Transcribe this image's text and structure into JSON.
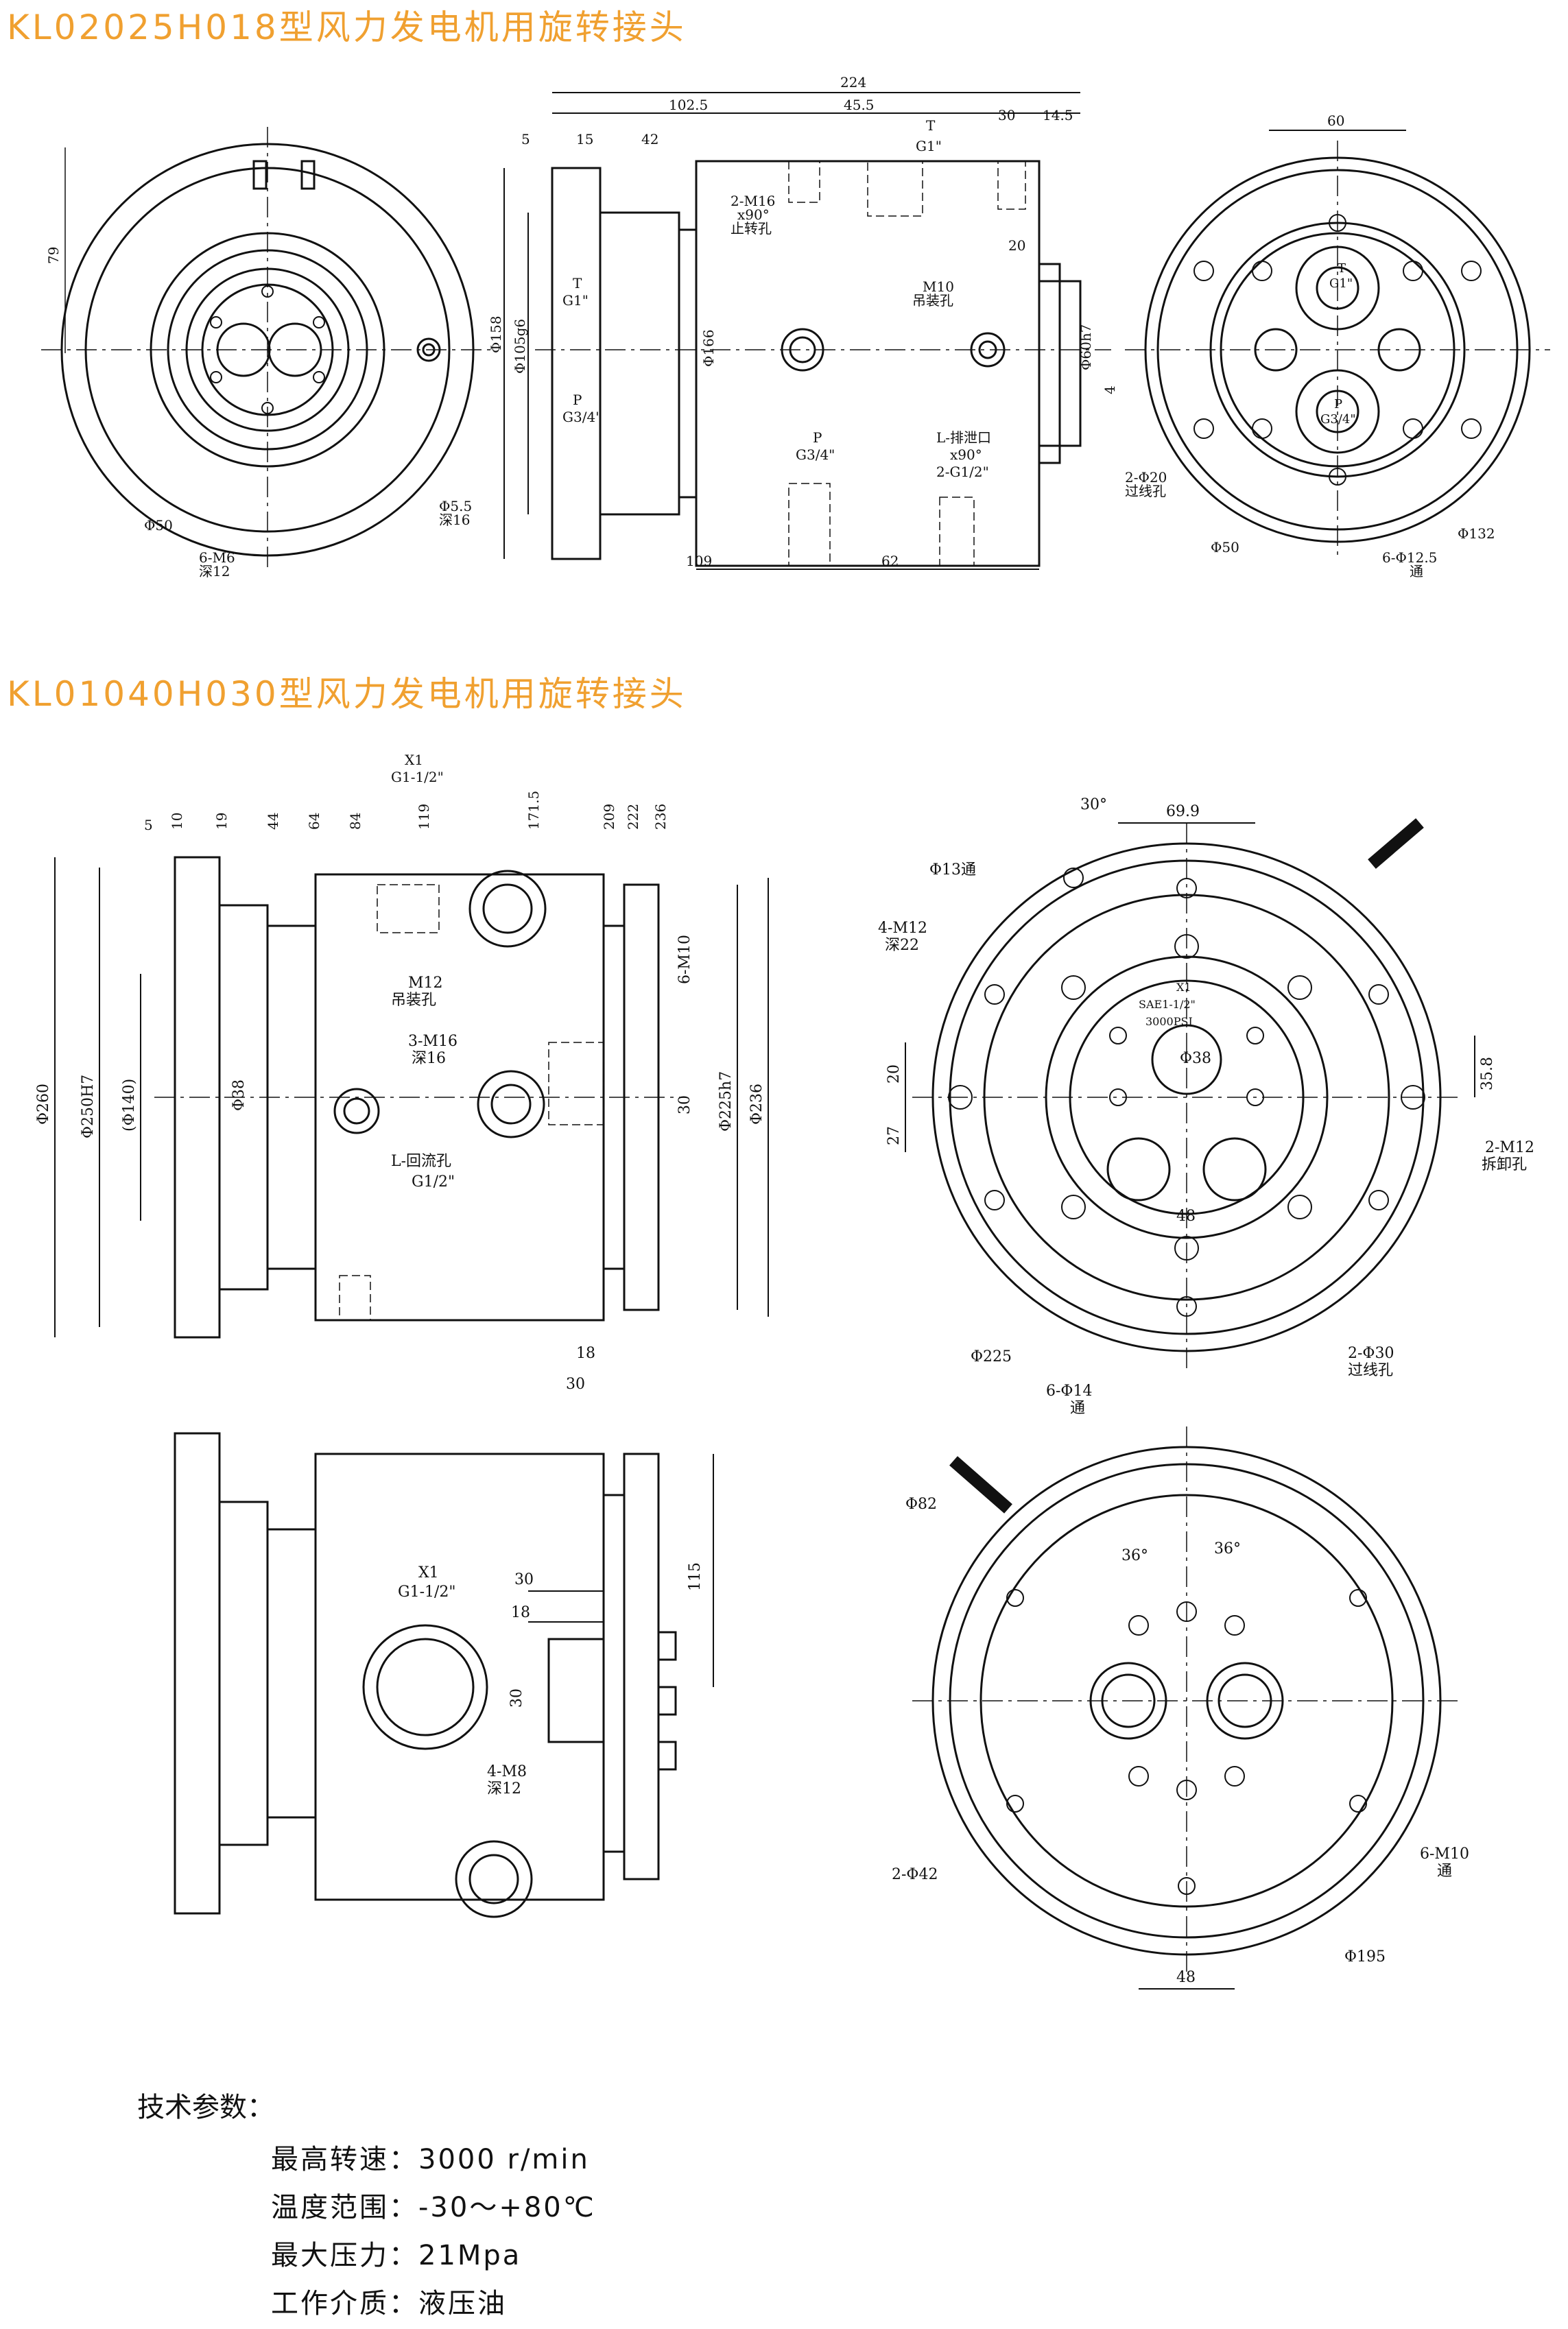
{
  "titles": {
    "kl02025": "KL02025H018型风力发电机用旋转接头",
    "kl01040": "KL01040H030型风力发电机用旋转接头"
  },
  "colors": {
    "title": "#f0a030",
    "line": "#111111"
  },
  "drawing1": {
    "dims_top": [
      "224",
      "102.5",
      "45.5",
      "30",
      "14.5",
      "5",
      "15",
      "42",
      "60",
      "20"
    ],
    "dims_side": [
      "79",
      "Φ158",
      "Φ105g6",
      "Φ166",
      "Φ60h7",
      "4"
    ],
    "dims_bottom": [
      "109",
      "62"
    ],
    "port_t": "T",
    "port_t_thread": "G1\"",
    "port_p": "P",
    "port_p_thread": "G3/4\"",
    "note_2m16": [
      "2-M16",
      "x90°",
      "止转孔"
    ],
    "note_m10": [
      "M10",
      "吊装孔"
    ],
    "note_drain": [
      "L-排泄口",
      "x90°",
      "2-G1/2\""
    ],
    "note_50": "Φ50",
    "note_6m6": [
      "6-M6",
      "深12"
    ],
    "note_55": [
      "Φ5.5",
      "深16"
    ],
    "note_2d20": [
      "2-Φ20",
      "过线孔"
    ],
    "note_132": "Φ132",
    "note_6d125": [
      "6-Φ12.5",
      "通"
    ],
    "right_t": [
      "T",
      "G1\""
    ],
    "right_p": [
      "P",
      "G3/4\""
    ]
  },
  "drawing2": {
    "x1_top": [
      "X1",
      "G1-1/2\""
    ],
    "ticks_top": [
      "5",
      "10",
      "19",
      "44",
      "64",
      "84",
      "119",
      "171.5",
      "209",
      "222",
      "236"
    ],
    "dims_left": [
      "Φ260",
      "Φ250H7",
      "(Φ140)",
      "Φ38"
    ],
    "dims_right": [
      "6-M10",
      "30",
      "Φ225h7",
      "Φ236"
    ],
    "dims_bottom": [
      "18",
      "30"
    ],
    "note_m12": [
      "M12",
      "吊装孔"
    ],
    "note_3m16": [
      "3-M16",
      "深16"
    ],
    "note_return": [
      "L-回流孔",
      "G1/2\""
    ],
    "front": {
      "angle": "30°",
      "d699": "69.9",
      "d13": "Φ13通",
      "m12_4": [
        "4-M12",
        "深22"
      ],
      "center_text": [
        "X1",
        "SAE1-1/2\"",
        "3000PSI"
      ],
      "d38": "Φ38",
      "d20": "20",
      "d27": "27",
      "d358": "35.8",
      "d48": "48",
      "m12_2": [
        "2-M12",
        "拆卸孔"
      ],
      "d225": "Φ225",
      "d14_6": [
        "6-Φ14",
        "通"
      ],
      "d30_2": [
        "2-Φ30",
        "过线孔"
      ]
    },
    "side": {
      "x1": [
        "X1",
        "G1-1/2\""
      ],
      "d30": "30",
      "d18": "18",
      "d115": "115",
      "d30v": "30",
      "m8": [
        "4-M8",
        "深12"
      ]
    },
    "back": {
      "d82": "Φ82",
      "a36a": "36°",
      "a36b": "36°",
      "d42": "2-Φ42",
      "m10": [
        "6-M10",
        "通"
      ],
      "d195": "Φ195",
      "d48": "48"
    }
  },
  "specs": {
    "heading": "技术参数：",
    "rows": [
      "最高转速：3000 r/min",
      "温度范围：-30～+80℃",
      "最大压力：21Mpa",
      "工作介质：液压油"
    ]
  }
}
